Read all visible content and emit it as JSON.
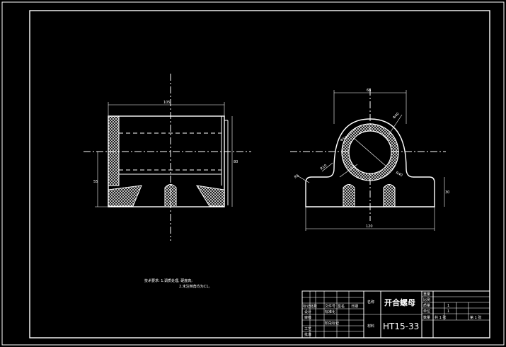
{
  "title_block": {
    "part_name": "开合螺母",
    "drawing_no": "HT15-33",
    "label_material": "名称",
    "label_code": "材料",
    "row_mark": "标记处数",
    "row_fileno": "文件号",
    "row_sign": "签名",
    "row_date": "日期",
    "row_design": "设计",
    "row_std": "标准化",
    "row_check": "审核",
    "row_process": "工艺",
    "row_approve": "批准",
    "stage_label": "阶段标记",
    "weight_label": "重量",
    "scale_label": "比例",
    "sheet_label": "共 1 张",
    "sheet_of": "第 1 张",
    "mass": "质量",
    "unit": "单位",
    "count": "数量",
    "r1": "1",
    "r2": "1"
  },
  "notes": {
    "line1": "技术要求: 1.调质处理, 硬度高;",
    "line2": "2.未注倒角均为C1。"
  },
  "dimensions": {
    "front_width": "105",
    "front_height_right": "80",
    "front_height_left": "55",
    "side_top": "68",
    "side_bottom": "120",
    "side_height": "30",
    "dia_outer": "Φ50",
    "dia_inner": "Φ40",
    "radius_left": "R5",
    "radius_mid": "R10",
    "radius_right": "R40"
  }
}
